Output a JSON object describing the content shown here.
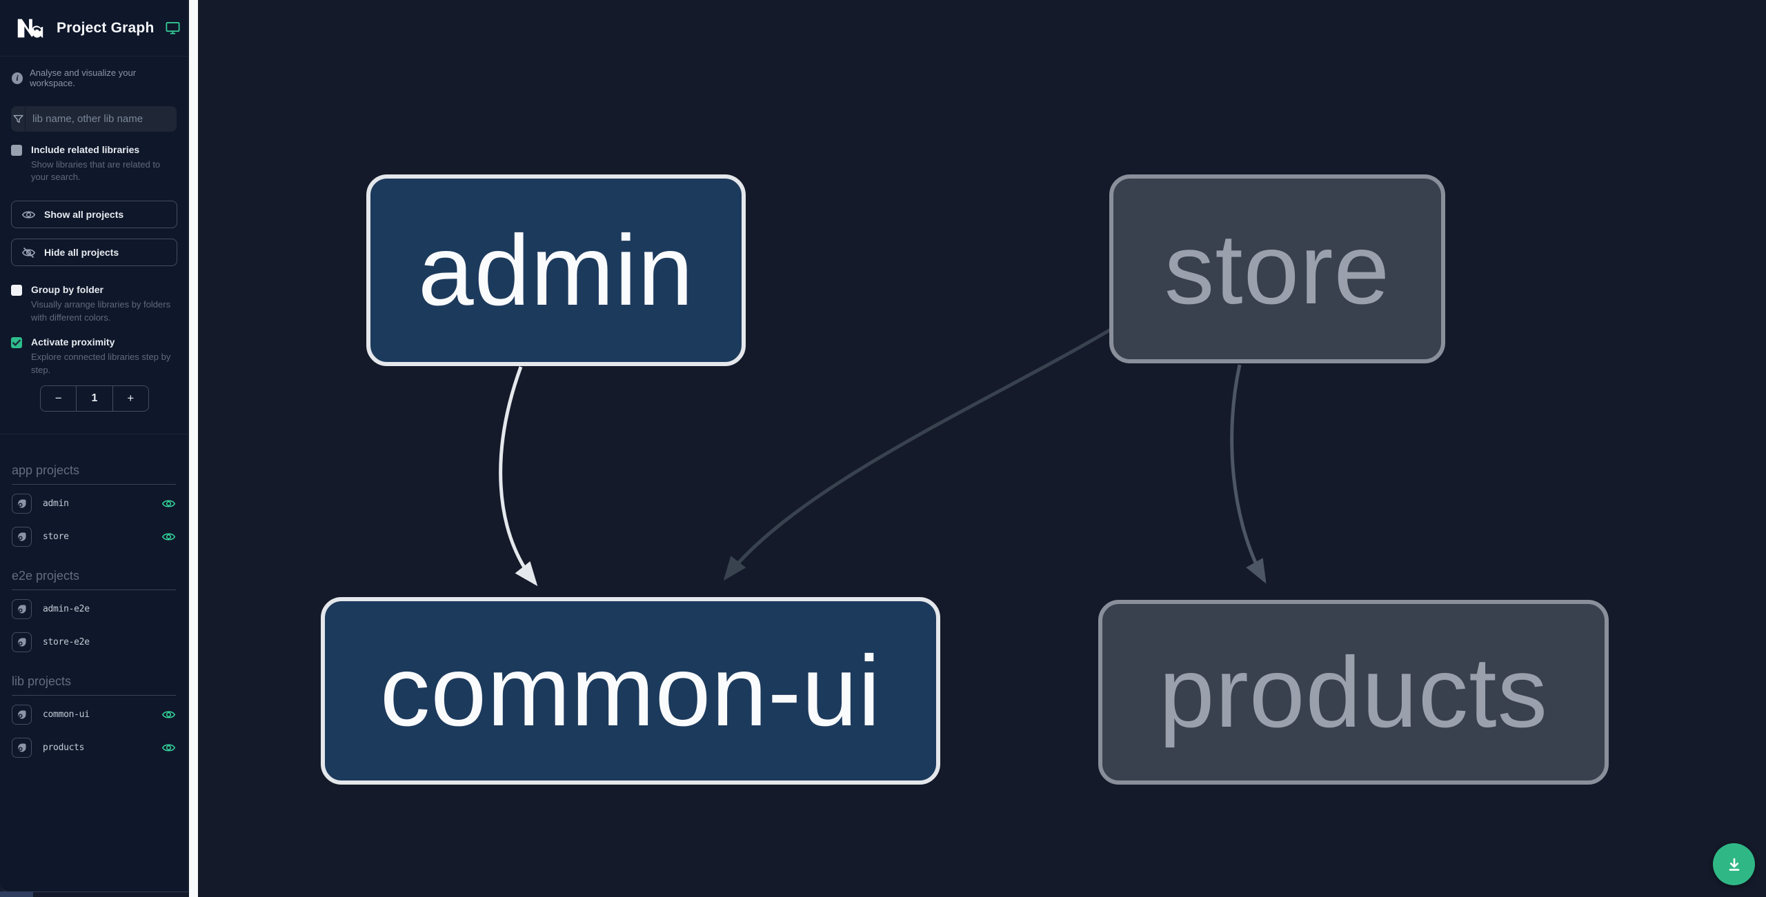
{
  "header": {
    "title": "Project Graph"
  },
  "sidebar": {
    "tagline": "Analyse and visualize your workspace.",
    "filter": {
      "placeholder": "lib name, other lib name",
      "value": ""
    },
    "toggles": [
      {
        "label": "Include related libraries",
        "description": "Show libraries that are related to your search.",
        "checked": false
      },
      {
        "label": "Group by folder",
        "description": "Visually arrange libraries by folders with different colors.",
        "checked": false
      },
      {
        "label": "Activate proximity",
        "description": "Explore connected libraries step by step.",
        "checked": true
      }
    ],
    "buttons": [
      {
        "label": "Show all projects"
      },
      {
        "label": "Hide all projects"
      }
    ],
    "proximity_stepper": {
      "decrement": "−",
      "value": "1",
      "increment": "+"
    },
    "sections": [
      {
        "title": "app projects",
        "items": [
          {
            "name": "admin",
            "visible": true
          },
          {
            "name": "store",
            "visible": true
          }
        ]
      },
      {
        "title": "e2e projects",
        "items": [
          {
            "name": "admin-e2e",
            "visible": false
          },
          {
            "name": "store-e2e",
            "visible": false
          }
        ]
      },
      {
        "title": "lib projects",
        "items": [
          {
            "name": "common-ui",
            "visible": true
          },
          {
            "name": "products",
            "visible": true
          }
        ]
      }
    ]
  },
  "graph": {
    "nodes": [
      {
        "id": "admin",
        "label": "admin",
        "state": "focused"
      },
      {
        "id": "store",
        "label": "store",
        "state": "dimmed"
      },
      {
        "id": "common-ui",
        "label": "common-ui",
        "state": "focused"
      },
      {
        "id": "products",
        "label": "products",
        "state": "dimmed"
      }
    ],
    "edges": [
      {
        "from": "admin",
        "to": "common-ui",
        "state": "highlighted"
      },
      {
        "from": "store",
        "to": "common-ui",
        "state": "dimmed"
      },
      {
        "from": "store",
        "to": "products",
        "state": "dimmed"
      }
    ]
  },
  "colors": {
    "accent_green": "#34d399",
    "fab_green": "#2fb886",
    "sidebar_bg": "#0f172a",
    "canvas_bg": "#141a29",
    "node_focused_fill": "#1c3a5c",
    "node_focused_border": "#e4e7eb",
    "node_dimmed_fill": "#3a414e",
    "node_dimmed_border": "#8a909b",
    "edge_highlighted": "#e5e8ec",
    "edge_dark": "#39424f",
    "edge_gray": "#4d5665"
  }
}
